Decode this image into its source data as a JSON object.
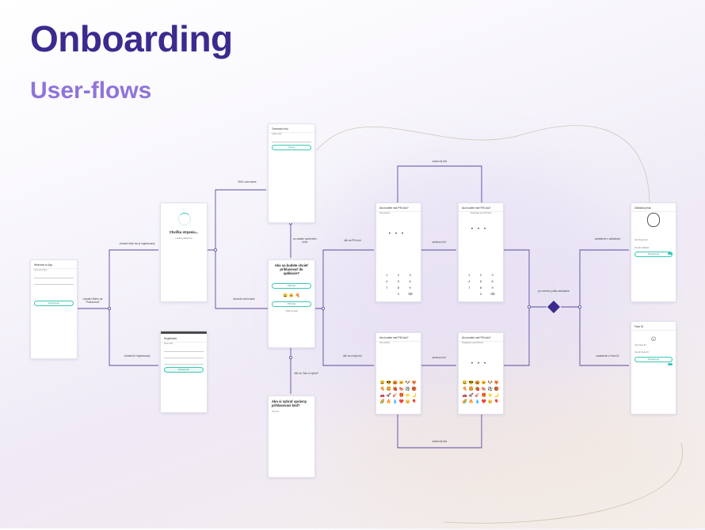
{
  "header": {
    "title": "Onboarding",
    "subtitle": "User-flows"
  },
  "colors": {
    "title": "#3d2a8f",
    "subtitle": "#8f74d9",
    "line": "#5a4a9e",
    "accent": "#3ac7b4",
    "diamond": "#3d2a8f"
  },
  "screens": {
    "welcome": {
      "header": "Welcome to App",
      "text": "Intro text lines",
      "fields": [
        "",
        ""
      ],
      "button": "Pokračovať"
    },
    "loading": {
      "title": "Chvíľku strpenia...",
      "text": "Loading detail text"
    },
    "register_form": {
      "header": "Registrácia",
      "text": "Form text",
      "fields": [
        "",
        "",
        "",
        ""
      ],
      "button": "Pokračovať"
    },
    "otp": {
      "header": "Overovací kód",
      "text": "Code entry",
      "button": "Overiť"
    },
    "method_choice": {
      "title": "Ako sa budete chcieť prihlasovať do aplikácie?",
      "options": [
        "PIN kód",
        "PIN kód"
      ],
      "link": "Vrátiť sa späť"
    },
    "pin_info": {
      "title": "Ako si vybrať správny prihlasovací kód?",
      "text": "Info text"
    },
    "pin_set": {
      "header": "Ako budete mať PIN kód?",
      "text": "Instructions"
    },
    "pin_confirm": {
      "header": "Ako budete mať PIN kód?",
      "text": "Zopakujte svoj PIN kód"
    },
    "emoji_set": {
      "header": "Ako budete mať PIN kód?",
      "text": "Instructions"
    },
    "emoji_confirm": {
      "header": "Ako budete mať PIN kód?",
      "text": "Zopakujte svoj PIN kód"
    },
    "fingerprint": {
      "header": "Odtlačok prsta",
      "text": "Use fingerprint",
      "toggle": "Povoliť odtlačok",
      "button": "Pokračovať"
    },
    "faceid": {
      "header": "Face ID",
      "text": "Use Face ID",
      "toggle": "Povoliť Face ID",
      "button": "Pokračovať"
    }
  },
  "labels": {
    "to_loading": "užívateľ ešte nie je registrovaný",
    "to_register": "užívateľ je registrovaný",
    "user_clicks": "užívateľ klikne na \"Pokračovať\"",
    "to_otp": "SMS overovanie",
    "auto_pin": "Android overovanie",
    "otp_confirm": "po zadaní správneho kódu",
    "to_pin": "klik na PIN kód",
    "to_emoji": "klik na emoji kód",
    "pin_confirm": "správny kód",
    "emoji_confirm": "správny kód",
    "loop_top": "zadal zlý kód",
    "loop_bottom": "zadal zlý kód",
    "back_info": "klik na \"Ako si vybrať\"",
    "decision": "po overení podľa zariadenia",
    "to_fingerprint": "zariadenie s odtlačkom",
    "to_faceid": "zariadenie s Face ID"
  },
  "keypad": [
    "1",
    "2",
    "3",
    "4",
    "5",
    "6",
    "7",
    "8",
    "9",
    "",
    "0",
    "⌫"
  ],
  "emoji_set": [
    "😀",
    "😎",
    "🎃",
    "🐱",
    "🐶",
    "🦊",
    "🍕",
    "🍔",
    "🍓",
    "🍉",
    "⚽",
    "🏀",
    "🚗",
    "🚀",
    "🎸",
    "🎁",
    "⭐",
    "🌙",
    "🌈",
    "🔥",
    "💧",
    "❤️",
    "👑",
    "🎈"
  ]
}
